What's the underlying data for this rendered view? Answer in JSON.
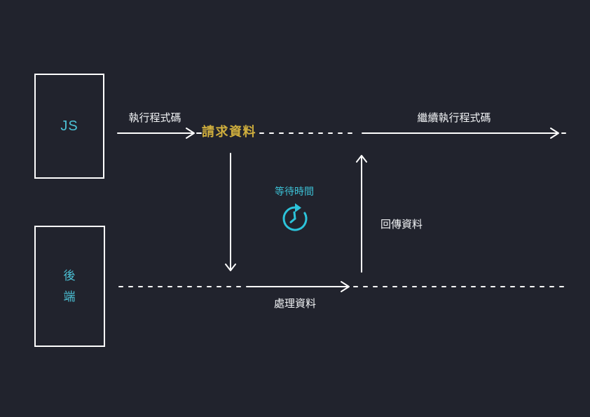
{
  "diagram": {
    "type": "sequence-flow",
    "background_color": "#21232d",
    "line_color": "#ffffff",
    "accent_cyan": "#3cc0d5",
    "accent_yellow": "#cfae3d",
    "nodes": {
      "js": {
        "label": "JS"
      },
      "backend": {
        "label": "後\n端"
      }
    },
    "labels": {
      "execute_code": "執行程式碼",
      "request_data": "請求資料",
      "continue_execution": "繼續執行程式碼",
      "wait_time": "等待時間",
      "return_data": "回傳資料",
      "process_data": "處理資料"
    },
    "icons": {
      "clock": "clock-rotate-icon"
    }
  }
}
